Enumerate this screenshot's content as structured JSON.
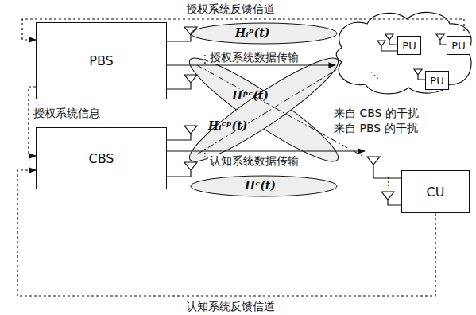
{
  "diagram": {
    "nodes": [
      {
        "text": [
          "PBS"
        ]
      },
      {
        "text": [
          "PU"
        ]
      },
      {
        "text": [
          "PU"
        ]
      },
      {
        "text": [
          "PU"
        ]
      },
      {
        "text": [
          "CBS"
        ]
      },
      {
        "text": [
          "CU"
        ]
      }
    ],
    "edges": [
      {
        "from": 0,
        "to": 1,
        "arrow": "to",
        "label": "授权系统数据传输"
      },
      {
        "from": 4,
        "to": 5,
        "arrow": "to",
        "label": "认知系统数据传输"
      },
      {
        "from": 2,
        "to": 0,
        "arrow": "to",
        "label": "授权系统反馈信道"
      },
      {
        "from": 0,
        "to": 4,
        "arrow": "to",
        "label": "授权系统信息"
      },
      {
        "from": 5,
        "to": 4,
        "arrow": "to",
        "label": "认知系统反馈信道"
      }
    ],
    "labels": [
      "Hᵢᵖ(t)",
      "Hᵖᶜ(t)",
      "Hᵢᶜᵖ(t)",
      "Hᶜ(t)",
      "来自 CBS 的干扰",
      "来自 PBS 的干扰",
      "⋮",
      "⋮",
      "⋮"
    ]
  }
}
